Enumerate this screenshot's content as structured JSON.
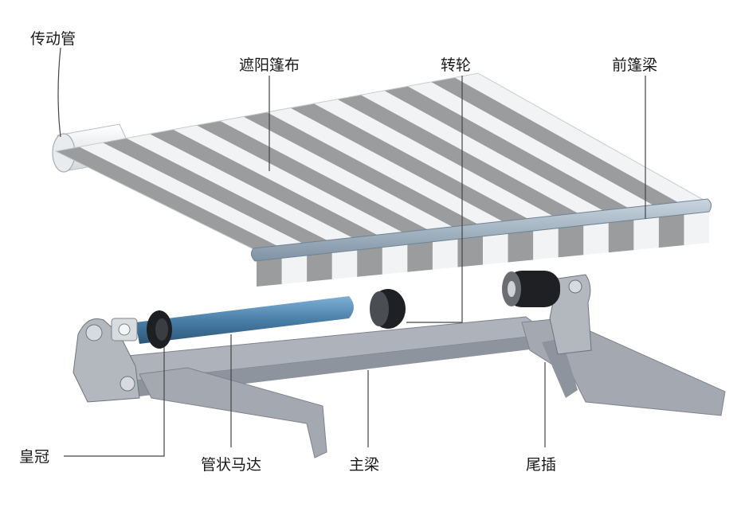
{
  "labels": {
    "drive_tube": "传动管",
    "canopy": "遮阳篷布",
    "wheel": "转轮",
    "front_beam": "前篷梁",
    "crown": "皇冠",
    "tube_motor": "管状马达",
    "main_beam": "主梁",
    "tail_plug": "尾插"
  },
  "colors": {
    "stripe_gray": "#9a9c9e",
    "stripe_light": "#f2f3f4",
    "tube_blue": "#4a7fa8",
    "metal": "#a9aeb6",
    "leader": "#444444"
  }
}
